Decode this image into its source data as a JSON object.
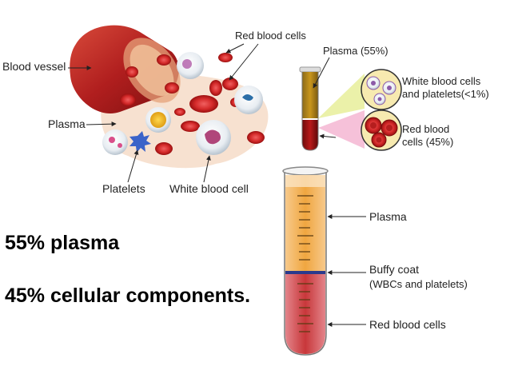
{
  "labels": {
    "blood_vessel": "Blood vessel",
    "red_blood_cells_top": "Red blood cells",
    "plasma_left": "Plasma",
    "platelets": "Platelets",
    "white_blood_cell": "White blood cell",
    "plasma_55": "Plasma (55%)",
    "wbc_platelets_line1": "White blood cells",
    "wbc_platelets_line2": "and platelets(<1%)",
    "rbc_45_line1": "Red blood",
    "rbc_45_line2": "cells (45%)",
    "tube_plasma": "Plasma",
    "buffy_coat": "Buffy coat",
    "buffy_coat_sub": "(WBCs and platelets)",
    "tube_rbc": "Red blood cells"
  },
  "summary": {
    "plasma_line": "55% plasma",
    "cellular_line": "45% cellular components."
  },
  "colors": {
    "vessel": "#b01e1e",
    "rbc": "#d42a2a",
    "plasma": "#f0a640",
    "plasma_light": "#f7c98a",
    "buffy_line": "#2b3a8c",
    "tube_rbc": "#c8373a",
    "small_tube_plasma": "#b9860f",
    "small_tube_rbc": "#9e1414"
  },
  "composition": {
    "plasma_percent": 55,
    "cells_percent": 45,
    "wbc_platelets_percent_max": 1
  }
}
